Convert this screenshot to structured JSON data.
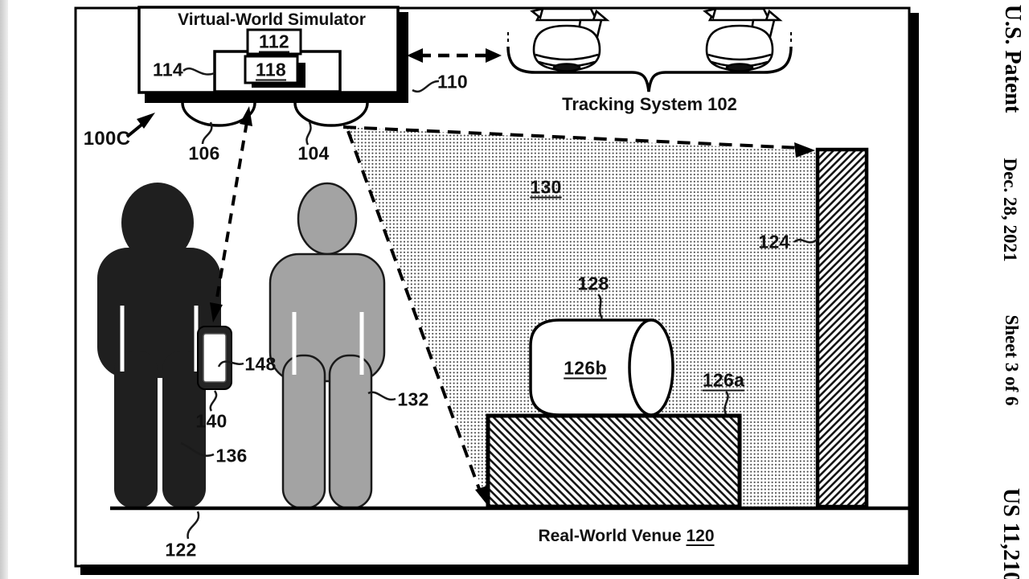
{
  "diagram": {
    "title": "Virtual-World Simulator",
    "tracking_system": {
      "label": "Tracking System",
      "ref": "102"
    },
    "venue": {
      "label": "Real-World Venue",
      "ref": "120"
    },
    "refs": {
      "r100C": "100C",
      "r104": "104",
      "r106": "106",
      "r110": "110",
      "r112": "112",
      "r114": "114",
      "r118": "118",
      "r122": "122",
      "r124": "124",
      "r126a": "126a",
      "r126b": "126b",
      "r128": "128",
      "r130": "130",
      "r132": "132",
      "r136": "136",
      "r140": "140",
      "r148": "148"
    },
    "colors": {
      "ink": "#000000",
      "person_dark": "#1f1f1f",
      "person_gray": "#a3a3a3"
    }
  },
  "margin": {
    "patent": "U.S. Patent",
    "date": "Dec. 28, 2021",
    "sheet": "Sheet 3 of 6",
    "publication": "US 11,210"
  }
}
